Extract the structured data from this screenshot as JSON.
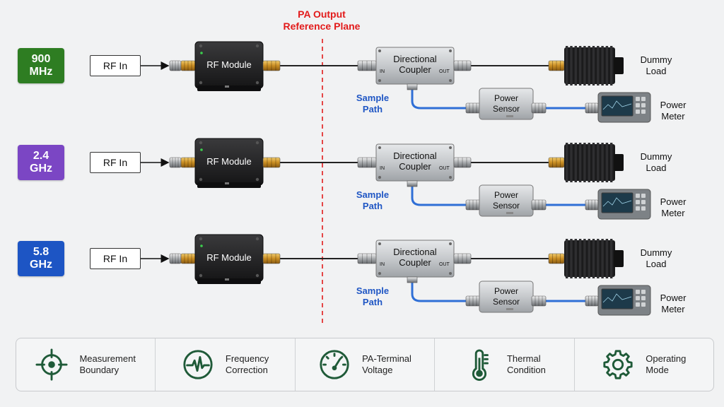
{
  "reference_plane": {
    "title_line1": "PA Output",
    "title_line2": "Reference Plane",
    "color": "#e21b1b"
  },
  "labels": {
    "rf_in": "RF In",
    "rf_module": "RF Module",
    "coupler_line1": "Directional",
    "coupler_line2": "Coupler",
    "coupler_in": "IN",
    "coupler_out": "OUT",
    "sample_line1": "Sample",
    "sample_line2": "Path",
    "sensor_line1": "Power",
    "sensor_line2": "Sensor",
    "dummy_line1": "Dummy",
    "dummy_line2": "Load",
    "meter_line1": "Power",
    "meter_line2": "Meter"
  },
  "rows": [
    {
      "freq_line1": "900",
      "freq_line2": "MHz",
      "color": "#2e7d22"
    },
    {
      "freq_line1": "2.4",
      "freq_line2": "GHz",
      "color": "#7b46c4"
    },
    {
      "freq_line1": "5.8",
      "freq_line2": "GHz",
      "color": "#1d55c4"
    }
  ],
  "legend": [
    {
      "line1": "Measurement",
      "line2": "Boundary",
      "icon": "crosshair-icon"
    },
    {
      "line1": "Frequency",
      "line2": "Correction",
      "icon": "waveform-icon"
    },
    {
      "line1": "PA-Terminal",
      "line2": "Voltage",
      "icon": "gauge-icon"
    },
    {
      "line1": "Thermal",
      "line2": "Condition",
      "icon": "thermometer-icon"
    },
    {
      "line1": "Operating",
      "line2": "Mode",
      "icon": "gear-icon"
    }
  ],
  "colors": {
    "legend_icon": "#1f5a38",
    "sample_cable": "#2f6fd6",
    "sample_label": "#1f56c4"
  }
}
